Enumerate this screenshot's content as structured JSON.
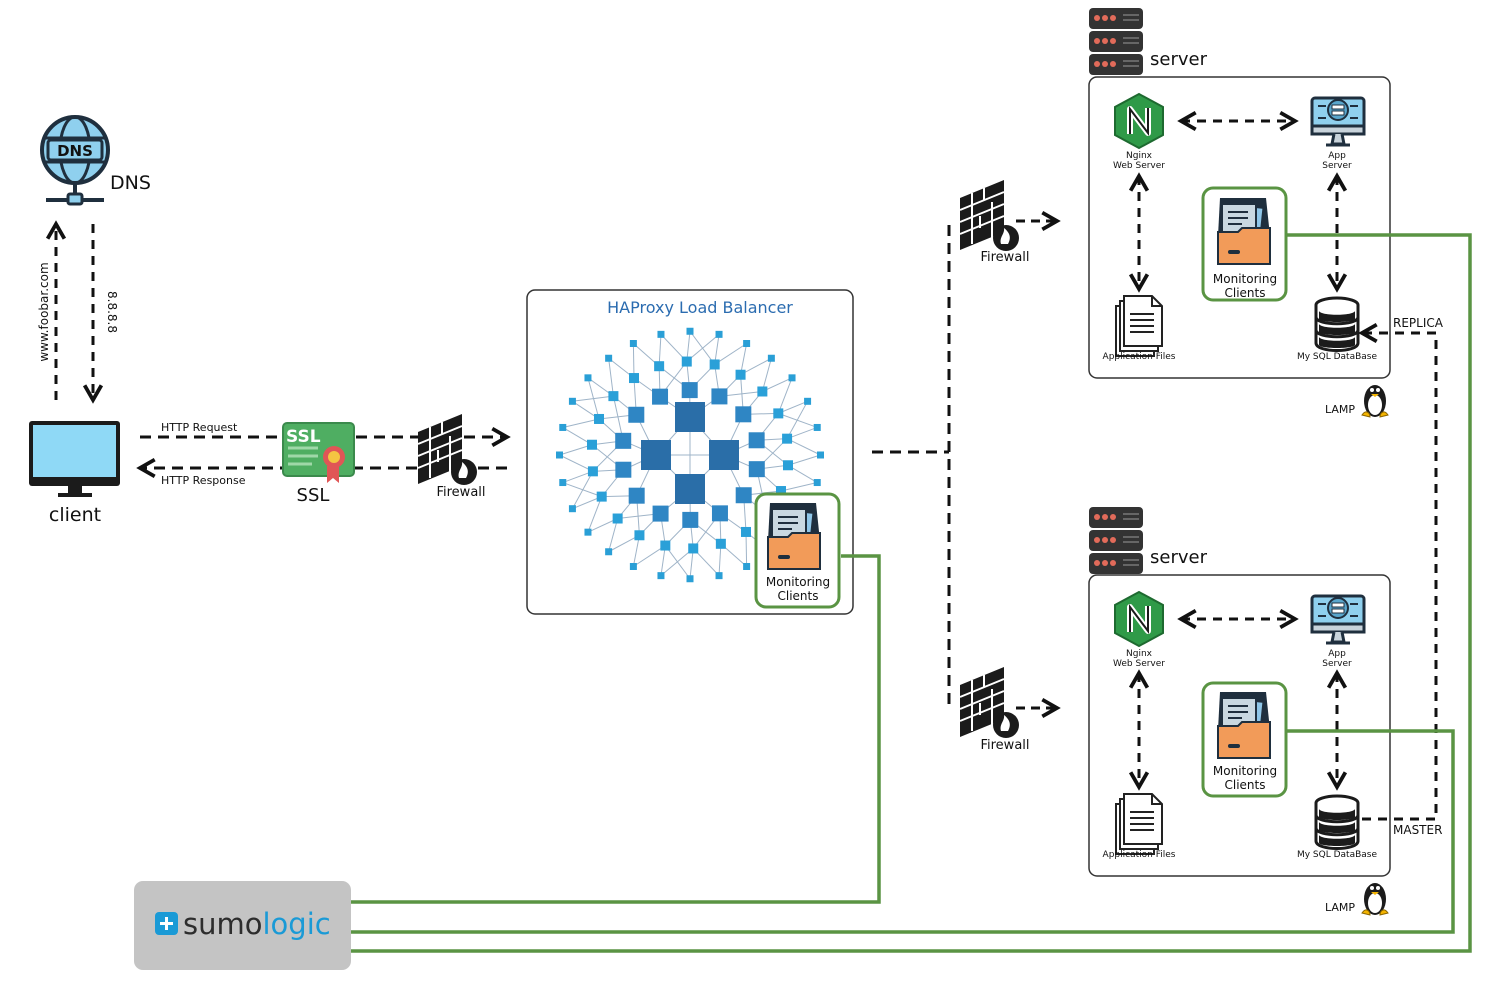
{
  "dns": {
    "label": "DNS",
    "badge": "DNS",
    "query": "www.foobar.com",
    "answer": "8.8.8.8"
  },
  "client": {
    "label": "client"
  },
  "requests": {
    "request": "HTTP Request",
    "response": "HTTP Response"
  },
  "ssl": {
    "label": "SSL",
    "badge": "SSL"
  },
  "firewalls": {
    "front": "Firewall",
    "top": "Firewall",
    "bottom": "Firewall"
  },
  "load_balancer": {
    "title": "HAProxy Load Balancer"
  },
  "monitoring": {
    "line1": "Monitoring",
    "line2": "Clients"
  },
  "servers": [
    {
      "title": "server",
      "nginx_line1": "Nginx",
      "nginx_line2": "Web Server",
      "app_line1": "App",
      "app_line2": "Server",
      "files": "Application Files",
      "db": "My SQL DataBase",
      "role": "REPLICA",
      "stack": "LAMP"
    },
    {
      "title": "server",
      "nginx_line1": "Nginx",
      "nginx_line2": "Web Server",
      "app_line1": "App",
      "app_line2": "Server",
      "files": "Application Files",
      "db": "My SQL DataBase",
      "role": "MASTER",
      "stack": "LAMP"
    }
  ],
  "sumologic": {
    "part1": "sumo",
    "part2": "logic"
  },
  "colors": {
    "green": "#5a9443",
    "blue_accent": "#2b6cb0",
    "lb_blue": "#2a6ea8",
    "nginx_green": "#2f9a48",
    "sumo_blue": "#1a9ad6"
  }
}
